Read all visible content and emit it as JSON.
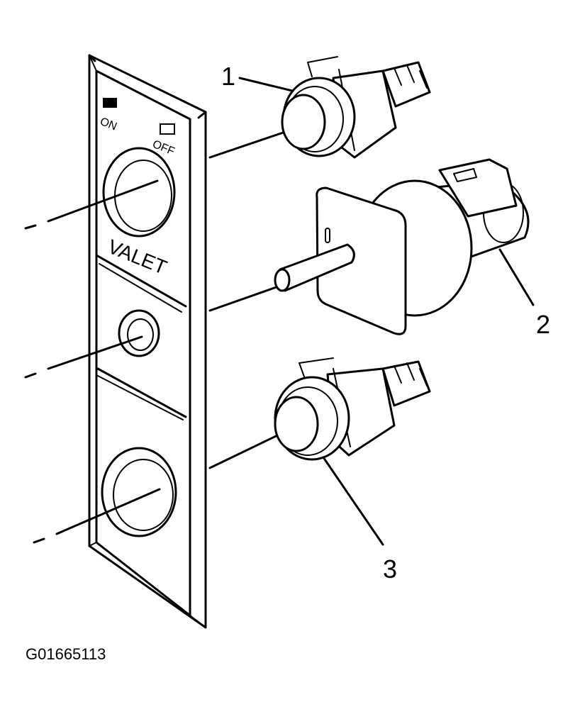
{
  "panel": {
    "on_label": "ON",
    "off_label": "OFF",
    "valet_label": "VALET"
  },
  "callouts": [
    "1",
    "2",
    "3"
  ],
  "figure_id": "G01665113"
}
